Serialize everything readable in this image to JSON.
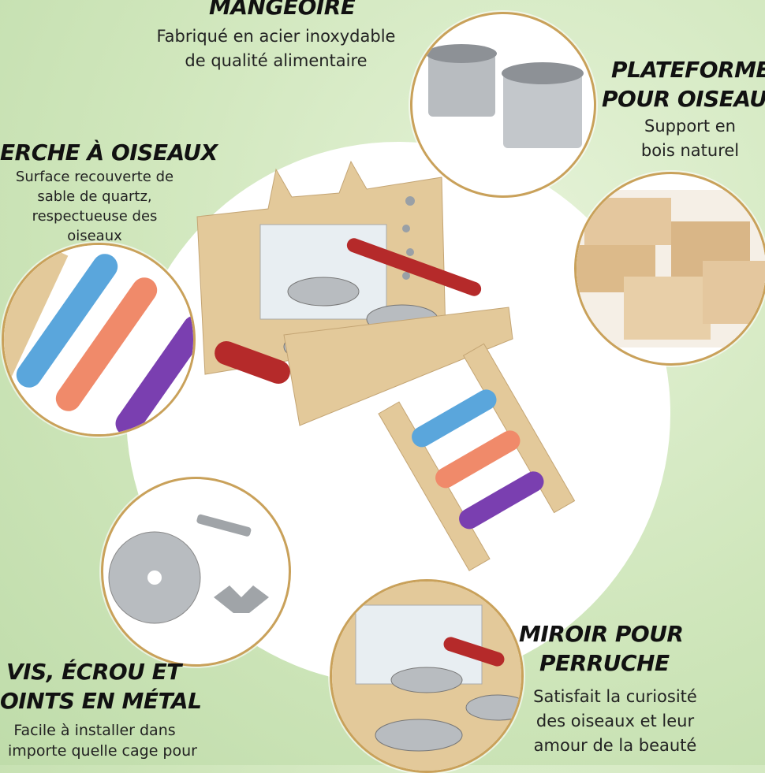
{
  "feeder": {
    "title": "MANGEOIRE",
    "lines": [
      "Fabriqué en acier inoxydable",
      "de qualité alimentaire"
    ]
  },
  "platform": {
    "title_lines": [
      "PLATEFORME",
      "POUR OISEAU"
    ],
    "lines": [
      "Support en",
      "bois naturel"
    ]
  },
  "perch": {
    "title": "ERCHE À OISEAUX",
    "lines": [
      "Surface recouverte de",
      "sable de quartz,",
      "respectueuse des",
      "oiseaux"
    ]
  },
  "hardware": {
    "title_lines": [
      "VIS, ÉCROU ET",
      "OINTS EN MÉTAL"
    ],
    "lines": [
      "Facile à installer dans",
      "importe quelle cage pour"
    ]
  },
  "mirror": {
    "title_lines": [
      "MIROIR POUR",
      "PERRUCHE"
    ],
    "lines": [
      "Satisfait la curiosité",
      "des oiseaux et leur",
      "amour de la beauté"
    ]
  },
  "colors": {
    "wood": "#e3c99a",
    "blue": "#5aa6dc",
    "orange": "#f08a6a",
    "purple": "#7a3fb0",
    "red": "#b52a2a",
    "steel": "#b8bcc0"
  }
}
